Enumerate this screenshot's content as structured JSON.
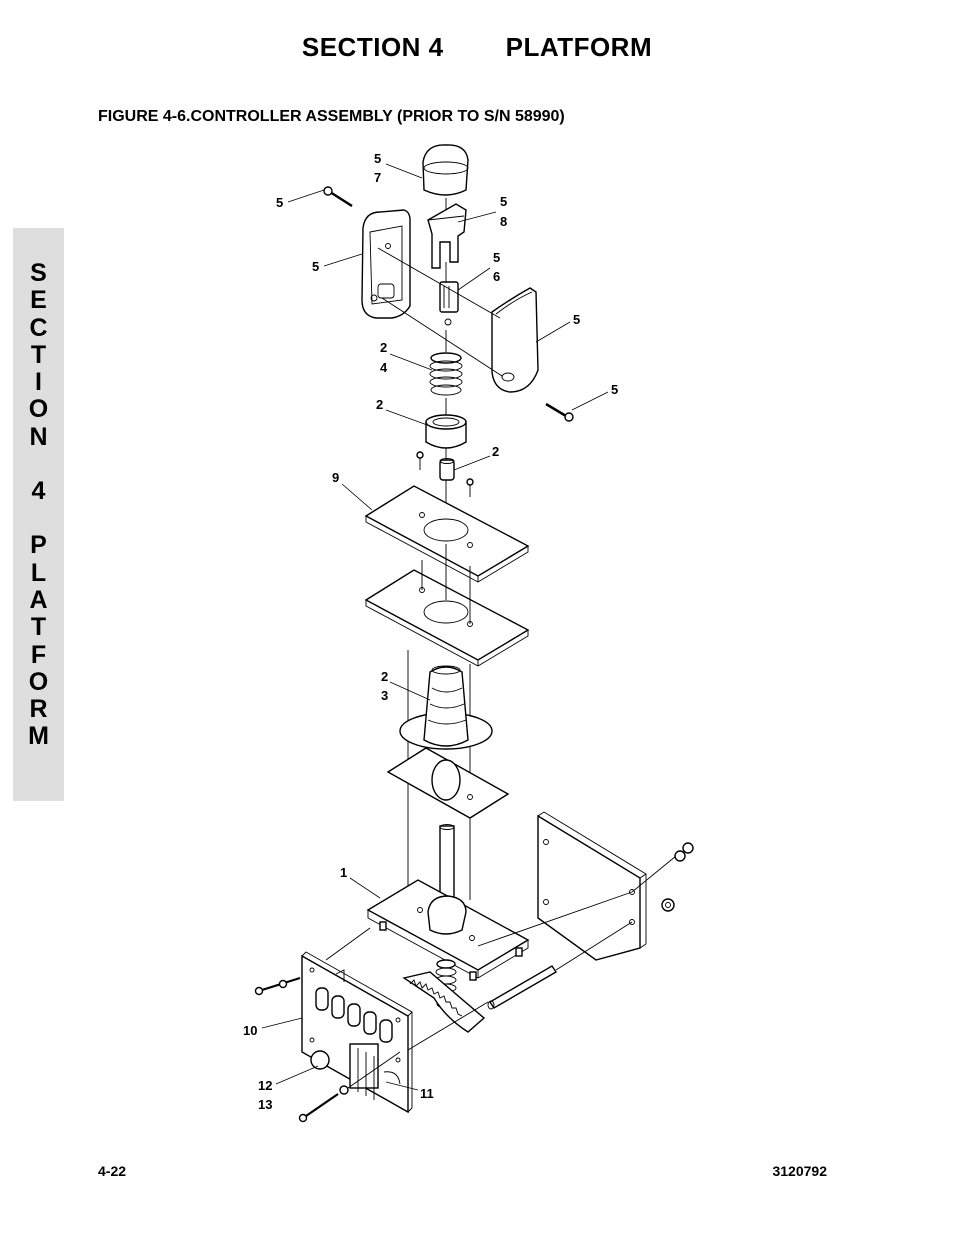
{
  "header": {
    "section": "SECTION 4",
    "title": "PLATFORM"
  },
  "figure": {
    "title": "FIGURE 4-6.CONTROLLER ASSEMBLY (PRIOR TO S/N 58990)"
  },
  "side_tab": {
    "letters": [
      "S",
      "E",
      "C",
      "T",
      "I",
      "O",
      "N",
      "",
      "4",
      "",
      "P",
      "L",
      "A",
      "T",
      "F",
      "O",
      "R",
      "M"
    ]
  },
  "callouts": {
    "c57": [
      "5",
      "7"
    ],
    "c5a": "5",
    "c58": [
      "5",
      "8"
    ],
    "c5b": "5",
    "c56": [
      "5",
      "6"
    ],
    "c5c": "5",
    "c24": [
      "2",
      "4"
    ],
    "c5d": "5",
    "c2a": "2",
    "c2b": "2",
    "c9": "9",
    "c23": [
      "2",
      "3"
    ],
    "c1": "1",
    "c10": "10",
    "c1213": [
      "12",
      "13"
    ],
    "c11": "11"
  },
  "footer": {
    "page": "4-22",
    "doc_number": "3120792"
  }
}
